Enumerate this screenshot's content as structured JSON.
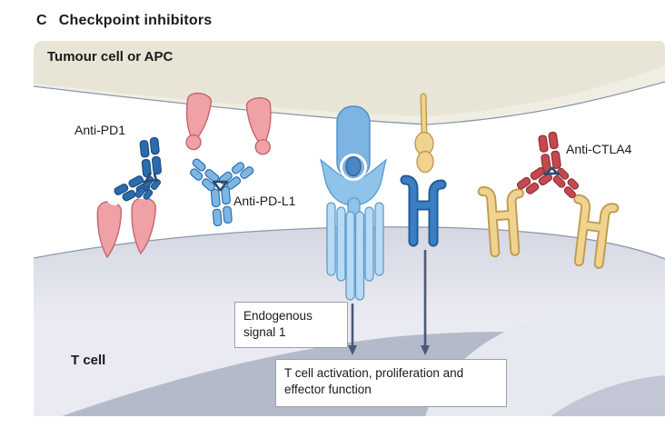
{
  "figure": {
    "panel_label": "C",
    "title": "Checkpoint inhibitors",
    "regions": {
      "tumour_cell": "Tumour cell or APC",
      "t_cell": "T cell"
    },
    "antibody_labels": {
      "anti_pd1": "Anti-PD1",
      "anti_pd_l1": "Anti-PD-L1",
      "anti_ctla4": "Anti-CTLA4"
    },
    "annotations": {
      "endogenous_signal": "Endogenous signal 1",
      "activation_outcome": "T cell activation, proliferation and effector function"
    },
    "colors": {
      "tumour_cell_fill": "#e8e5d7",
      "tumour_cell_edge_band": "#f0eee3",
      "membrane_line": "#8d97ac",
      "t_cell_fill_top": "#d4d7e2",
      "t_cell_fill": "#eaebf2",
      "nucleus_fill": "#b5bacb",
      "cytoplasm_light": "#e7e9f0",
      "cytoplasm_mid": "#c2c6d5",
      "antibody_dark_blue": "#2a6cb0",
      "antibody_dark_blue_outline": "#1a4a7d",
      "antibody_light_blue": "#7db6e4",
      "antibody_light_blue_outline": "#2d6fad",
      "antibody_red": "#c4494f",
      "antibody_red_outline": "#8e3038",
      "hinge_navy": "#2b4a70",
      "pd1_pink": "#f0a1a6",
      "pd1_pink_outline": "#c4646e",
      "mhc_blue": "#7db4e2",
      "mhc_blue_outline": "#4a8ec9",
      "tcr_light_blue": "#b8daf3",
      "tcr_mid_blue": "#8fc3ea",
      "tcr_outline": "#5a9bd0",
      "peptide_blue": "#4a86c4",
      "peptide_outline": "#2d6296",
      "cd28_blue": "#3c7ec2",
      "cd28_outline": "#1e5a94",
      "ligand_yellow": "#f0d38f",
      "ligand_yellow_outline": "#bf9b51",
      "arrow": "#4a5878",
      "box_border": "#9aa0ad",
      "text": "#1a1a1a"
    }
  }
}
